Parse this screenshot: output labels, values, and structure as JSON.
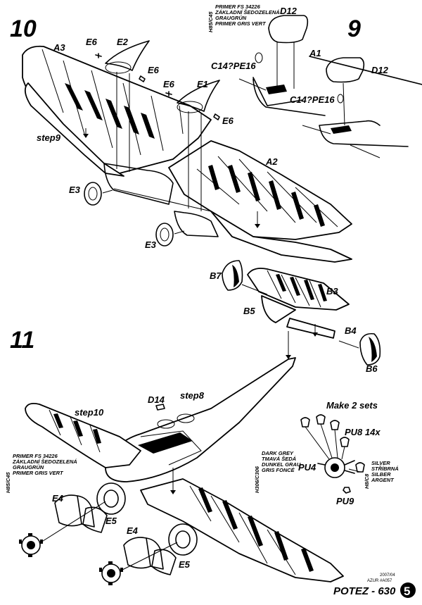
{
  "steps": {
    "s10": "10",
    "s9": "9",
    "s11": "11"
  },
  "parts": {
    "A1": "A1",
    "A2": "A2",
    "A3": "A3",
    "B3": "B3",
    "B4": "B4",
    "B5": "B5",
    "B6": "B6",
    "B7": "B7",
    "D12": "D12",
    "D14": "D14",
    "E1": "E1",
    "E2": "E2",
    "E3": "E3",
    "E4": "E4",
    "E5": "E5",
    "E6": "E6",
    "C14": "C14?PE16",
    "PU4": "PU4",
    "PU8": "PU8 14x",
    "PU9": "PU9"
  },
  "step_refs": {
    "step8": "step8",
    "step9": "step9",
    "step10": "step10"
  },
  "notes": {
    "make_sets": "Make 2 sets"
  },
  "paint_h85": {
    "code": "H85/C45",
    "lines": [
      "PRIMER FS 34226",
      "ZÁKLADNÍ ŠEDOZELENÁ",
      "GRAUGRÜN",
      "PRIMER GRIS VERT"
    ]
  },
  "paint_h306": {
    "code": "H306/C306",
    "lines": [
      "DARK GREY",
      "TMAVÁ ŠEDÁ",
      "DUNKEL GRAU",
      "GRIS FONCÉ"
    ]
  },
  "paint_h8": {
    "code": "H8/C8",
    "lines": [
      "SILVER",
      "STŘÍBRNÁ",
      "SILBER",
      "ARGENT"
    ]
  },
  "footer": {
    "date": "2007/04",
    "kit": "AZUR #A057",
    "title": "POTEZ - 630",
    "page": "5"
  }
}
